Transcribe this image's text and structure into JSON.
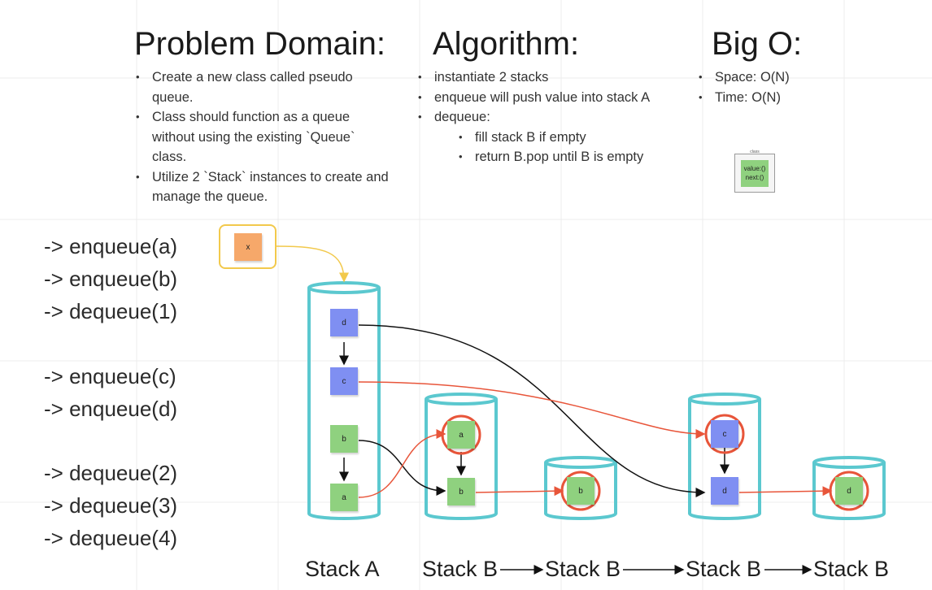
{
  "headings": {
    "problem": "Problem Domain:",
    "algorithm": "Algorithm:",
    "bigo": "Big O:"
  },
  "problem_bullets": [
    "Create a new class called pseudo queue.",
    "Class should function as a queue without using the existing `Queue` class.",
    "Utilize 2 `Stack` instances to create and manage the queue."
  ],
  "algorithm_bullets": [
    "instantiate 2 stacks",
    "enqueue will push value into stack A",
    "dequeue:",
    "fill stack B if empty",
    "return B.pop until B is empty"
  ],
  "bigo_bullets": [
    "Space: O(N)",
    "Time: O(N)"
  ],
  "class_frame": {
    "title": "class",
    "line1": "value:()",
    "line2": "next:()"
  },
  "operations": [
    "-> enqueue(a)",
    "-> enqueue(b)",
    "-> dequeue(1)",
    "-> enqueue(c)",
    "-> enqueue(d)",
    "-> dequeue(2)",
    "-> dequeue(3)",
    "-> dequeue(4)"
  ],
  "incoming_note": "x",
  "stack_a_nodes": [
    "d",
    "c",
    "b",
    "a"
  ],
  "stack_b1_nodes": [
    "a",
    "b"
  ],
  "stack_b2_nodes": [
    "b"
  ],
  "stack_b3_nodes": [
    "c",
    "d"
  ],
  "stack_b4_nodes": [
    "d"
  ],
  "stack_labels": [
    "Stack A",
    "Stack B",
    "Stack B",
    "Stack B",
    "Stack B"
  ],
  "colors": {
    "cylinder": "#5bc8cf",
    "highlight": "#e8553a",
    "grid": "#ececec",
    "frame": "#f2c94c"
  }
}
